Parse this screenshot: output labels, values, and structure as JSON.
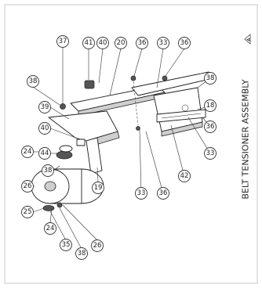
{
  "title": "BELT TENSIONER ASSEMBLY",
  "corner_mark": "A",
  "balloons": [
    "37",
    "41",
    "40",
    "20",
    "36",
    "33",
    "36",
    "38",
    "18",
    "36",
    "33",
    "42",
    "36",
    "33",
    "19",
    "39",
    "40",
    "44",
    "38",
    "26",
    "24",
    "25",
    "24",
    "35",
    "38",
    "26",
    "38"
  ]
}
